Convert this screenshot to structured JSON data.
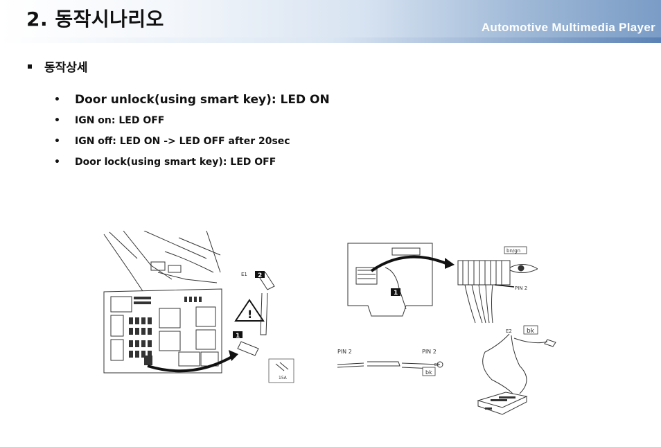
{
  "header": {
    "title": "2. 동작시나리오",
    "brand": "Automotive Multimedia Player"
  },
  "section": {
    "label": "동작상세"
  },
  "bullets": [
    "Door unlock(using smart key): LED ON",
    "IGN on: LED OFF",
    "IGN off: LED ON -> LED OFF after 20sec",
    "Door lock(using smart key): LED OFF"
  ],
  "figures": {
    "fuse_box": {
      "callout_1": "1",
      "callout_2": "2",
      "e_label": "E1",
      "fuse_rating": "15A"
    },
    "connector": {
      "callout": "1",
      "wire_color": "bn/gn",
      "pin_label": "PIN 2"
    },
    "wiring": {
      "pin_left": "PIN 2",
      "pin_right": "PIN 2",
      "e_label": "E2",
      "wire_color": "bk"
    },
    "module": {
      "e_label": "E2",
      "wire_color": "bk"
    }
  }
}
